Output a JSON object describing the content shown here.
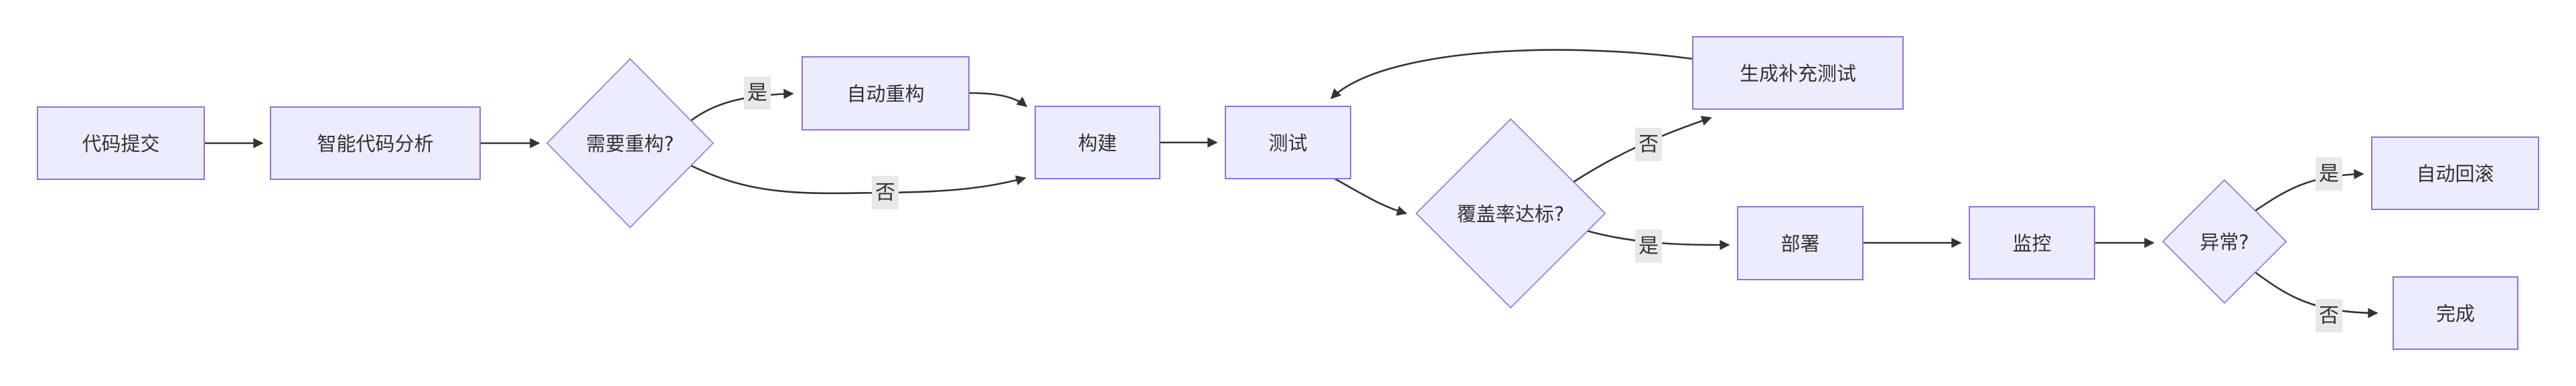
{
  "colors": {
    "background": "#ffffff",
    "node_fill": "#ECECFF",
    "node_border": "#9370DB",
    "edge_stroke": "#333333",
    "text": "#333333",
    "edge_label_bg": "#e8e8e8"
  },
  "diagram": {
    "type": "flowchart",
    "direction": "left-to-right",
    "nodes": [
      {
        "id": "commit",
        "label": "代码提交",
        "shape": "rect"
      },
      {
        "id": "analyze",
        "label": "智能代码分析",
        "shape": "rect"
      },
      {
        "id": "need_refactor",
        "label": "需要重构?",
        "shape": "diamond"
      },
      {
        "id": "auto_refactor",
        "label": "自动重构",
        "shape": "rect"
      },
      {
        "id": "build",
        "label": "构建",
        "shape": "rect"
      },
      {
        "id": "test",
        "label": "测试",
        "shape": "rect"
      },
      {
        "id": "coverage_ok",
        "label": "覆盖率达标?",
        "shape": "diamond"
      },
      {
        "id": "gen_tests",
        "label": "生成补充测试",
        "shape": "rect"
      },
      {
        "id": "deploy",
        "label": "部署",
        "shape": "rect"
      },
      {
        "id": "monitor",
        "label": "监控",
        "shape": "rect"
      },
      {
        "id": "anomaly",
        "label": "异常?",
        "shape": "diamond"
      },
      {
        "id": "rollback",
        "label": "自动回滚",
        "shape": "rect"
      },
      {
        "id": "done",
        "label": "完成",
        "shape": "rect"
      }
    ],
    "edges": [
      {
        "from": "commit",
        "to": "analyze",
        "label": ""
      },
      {
        "from": "analyze",
        "to": "need_refactor",
        "label": ""
      },
      {
        "from": "need_refactor",
        "to": "auto_refactor",
        "label": "是"
      },
      {
        "from": "auto_refactor",
        "to": "build",
        "label": ""
      },
      {
        "from": "need_refactor",
        "to": "build",
        "label": "否"
      },
      {
        "from": "build",
        "to": "test",
        "label": ""
      },
      {
        "from": "test",
        "to": "coverage_ok",
        "label": ""
      },
      {
        "from": "coverage_ok",
        "to": "gen_tests",
        "label": "否"
      },
      {
        "from": "gen_tests",
        "to": "test",
        "label": ""
      },
      {
        "from": "coverage_ok",
        "to": "deploy",
        "label": "是"
      },
      {
        "from": "deploy",
        "to": "monitor",
        "label": ""
      },
      {
        "from": "monitor",
        "to": "anomaly",
        "label": ""
      },
      {
        "from": "anomaly",
        "to": "rollback",
        "label": "是"
      },
      {
        "from": "anomaly",
        "to": "done",
        "label": "否"
      }
    ]
  }
}
